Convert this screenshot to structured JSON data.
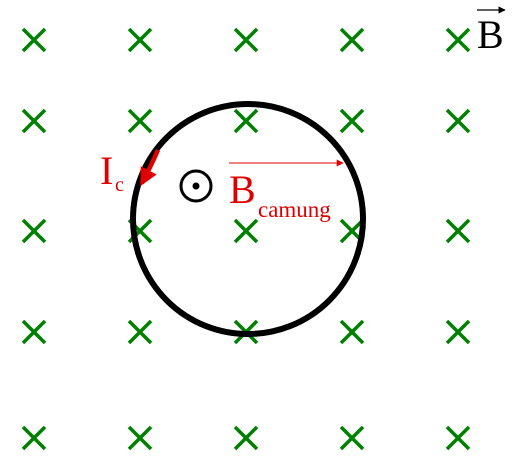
{
  "field": {
    "symbol": "B",
    "direction": "into-page",
    "cross_color": "#008000"
  },
  "loop": {
    "color": "#000000"
  },
  "induced_current": {
    "main": "I",
    "subscript": "c",
    "color": "#e00000"
  },
  "induced_field": {
    "main": "B",
    "subscript": "camung",
    "direction": "out-of-page",
    "color": "#e00000"
  }
}
